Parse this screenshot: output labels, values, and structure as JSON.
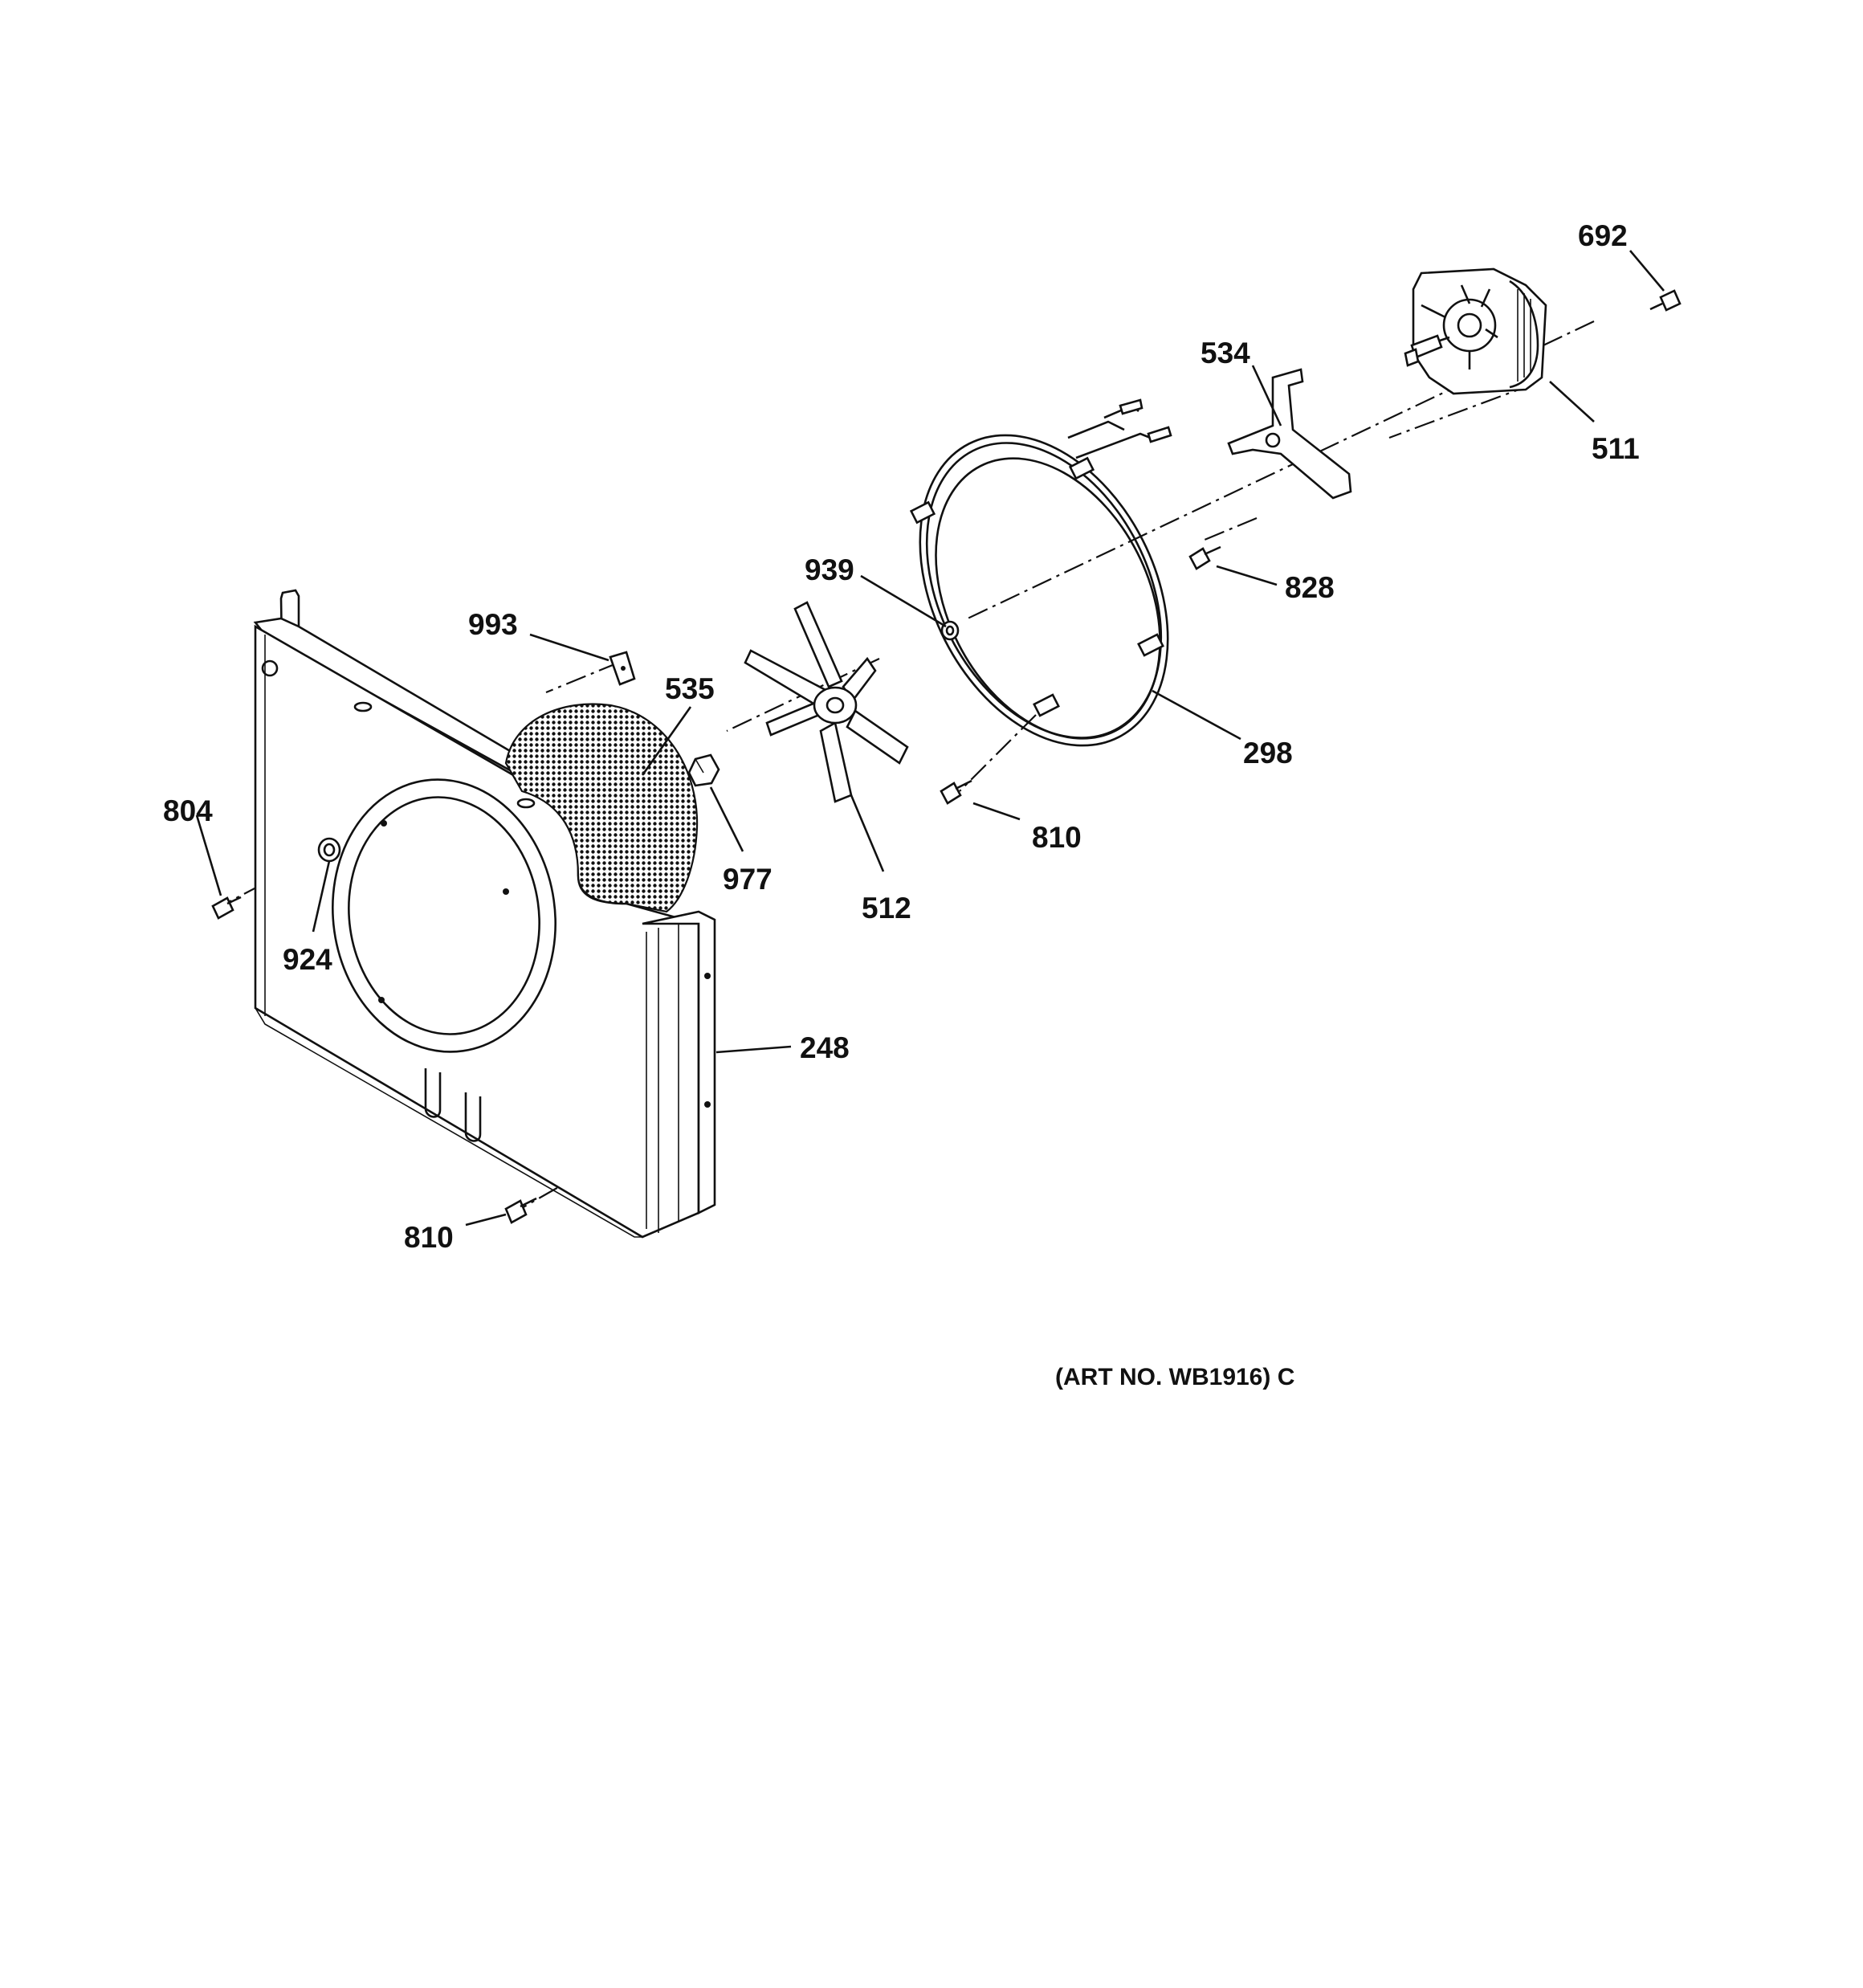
{
  "diagram": {
    "art_number": "(ART NO. WB1916) C",
    "callouts": {
      "c692": "692",
      "c534": "534",
      "c511": "511",
      "c828": "828",
      "c939": "939",
      "c993": "993",
      "c535": "535",
      "c298": "298",
      "c804": "804",
      "c977": "977",
      "c512": "512",
      "c810a": "810",
      "c924": "924",
      "c248": "248",
      "c810b": "810"
    }
  }
}
